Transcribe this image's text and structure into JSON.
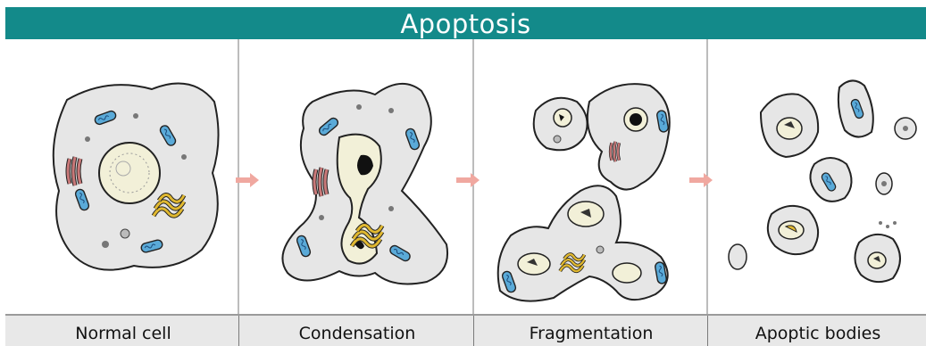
{
  "title": "Apoptosis",
  "stages": [
    {
      "label": "Normal cell"
    },
    {
      "label": "Condensation"
    },
    {
      "label": "Fragmentation"
    },
    {
      "label": "Apoptic bodies"
    }
  ],
  "colors": {
    "title_bar": "#138a8a",
    "title_text": "#ffffff",
    "cell_fill": "#e6e6e6",
    "mitochondria": "#5aaad8",
    "golgi": "#c87878",
    "er": "#e0b830",
    "nucleus": "#f2f0d8",
    "arrow": "#f0a8a0",
    "label_bar": "#e8e8e8"
  }
}
